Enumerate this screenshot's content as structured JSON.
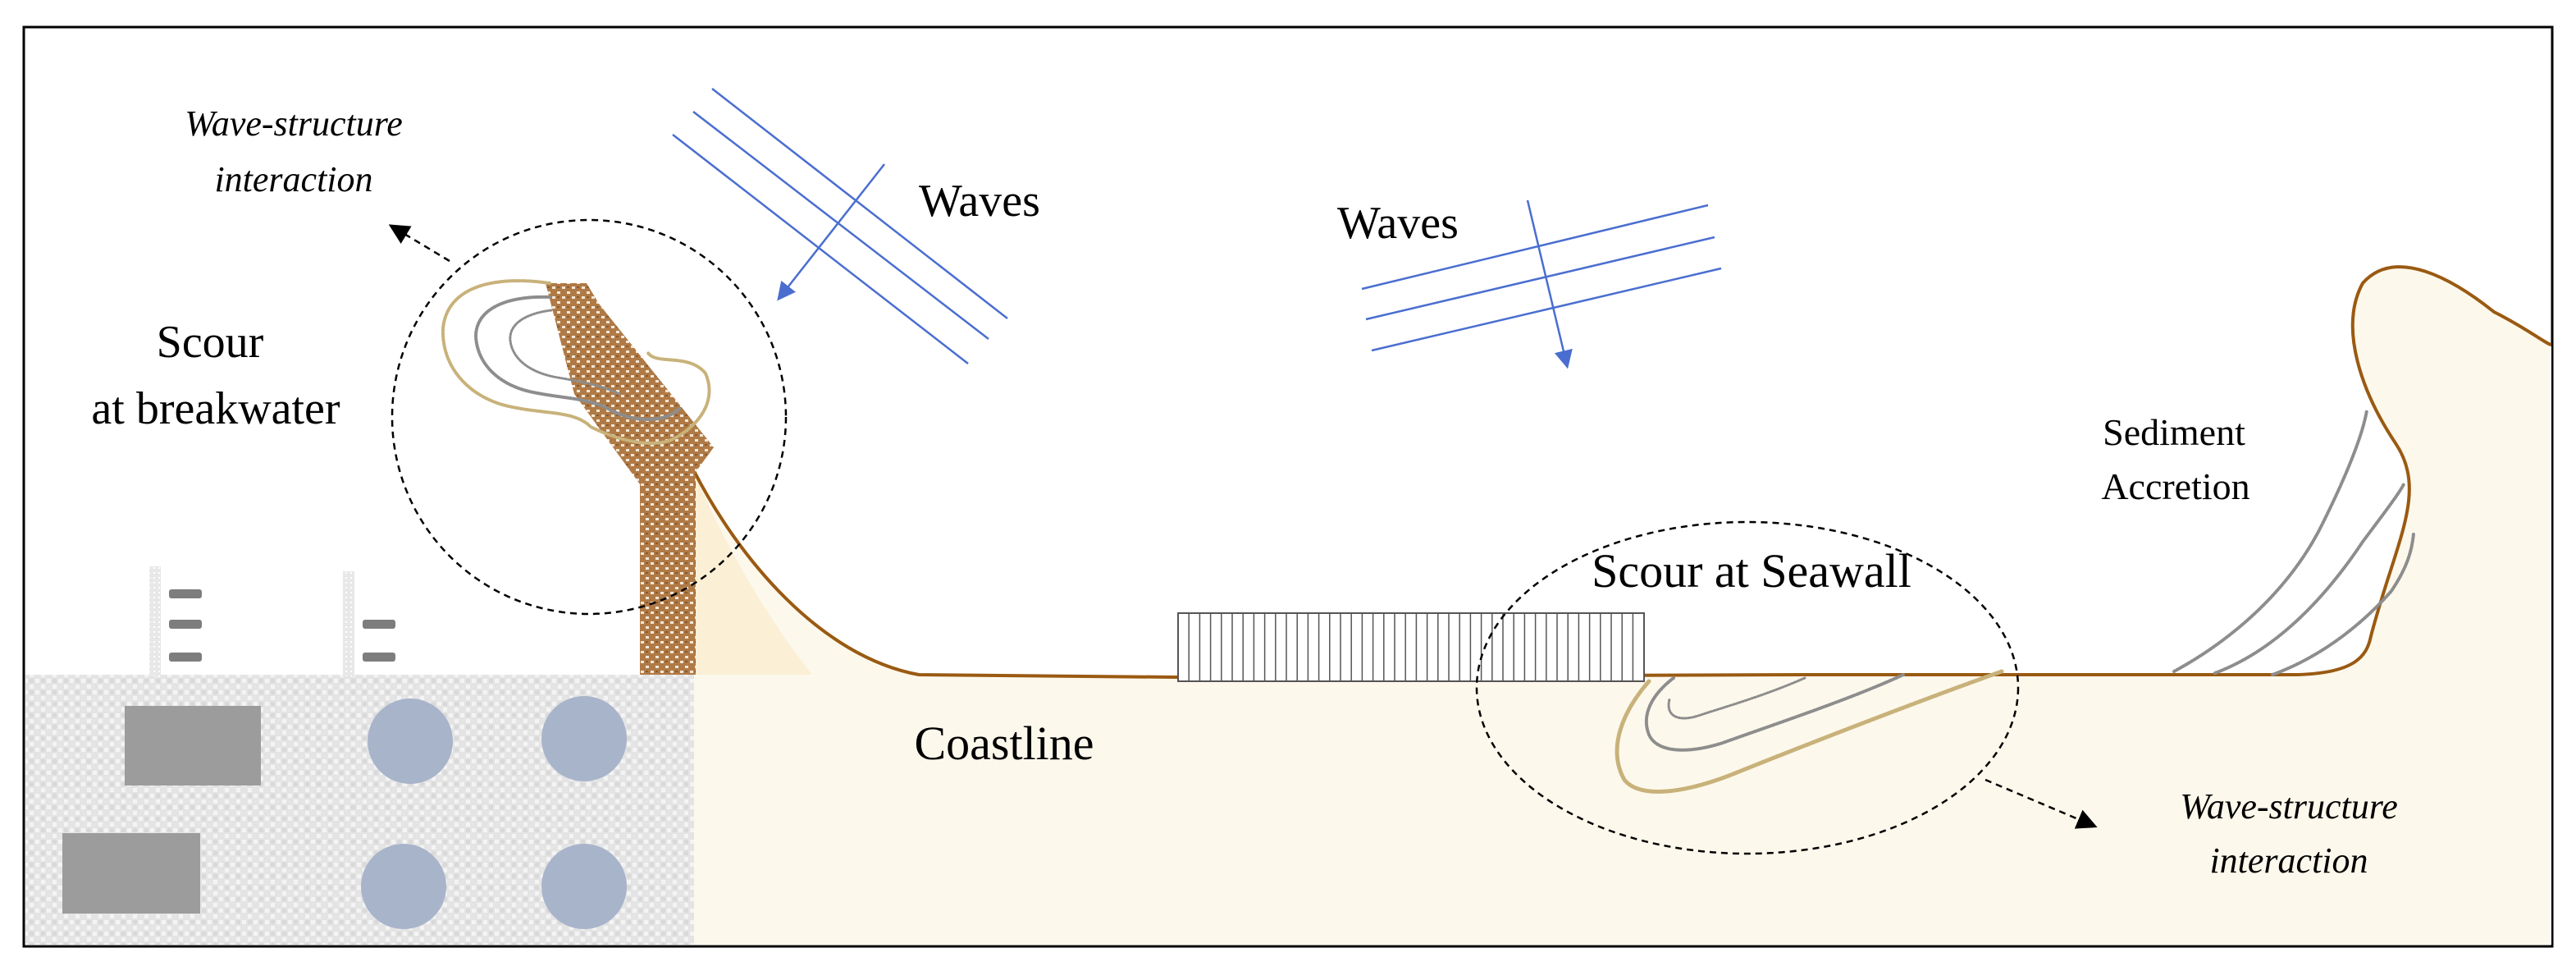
{
  "labels": {
    "wave_structure_left_line1": "Wave-structure",
    "wave_structure_left_line2": "interaction",
    "scour_breakwater_line1": "Scour",
    "scour_breakwater_line2": "at breakwater",
    "waves_left": "Waves",
    "waves_right": "Waves",
    "sediment_line1": "Sediment",
    "sediment_line2": "Accretion",
    "scour_seawall": "Scour at Seawall",
    "coastline": "Coastline",
    "wave_structure_right_line1": "Wave-structure",
    "wave_structure_right_line2": "interaction"
  },
  "colors": {
    "frame": "#000000",
    "sand": "#fdf8ec",
    "shoreline": "#9a5a12",
    "wave_lines": "#4a6ed0",
    "breakwater": "#b07a46",
    "breakwater_dots": "#f3e7d6",
    "scour_outer": "#c8b27a",
    "scour_inner": "#8d8d8d",
    "harbor_bg": "#e2e2e2",
    "harbor_rect": "#9c9c9c",
    "harbor_tank": "#a8b4ca",
    "seawall_stroke": "#555555"
  },
  "icons": {
    "wave_arrow": "arrow-down-left-icon",
    "wave_arrow_right": "arrow-down-icon",
    "callout_arrow": "dashed-arrow-icon"
  }
}
